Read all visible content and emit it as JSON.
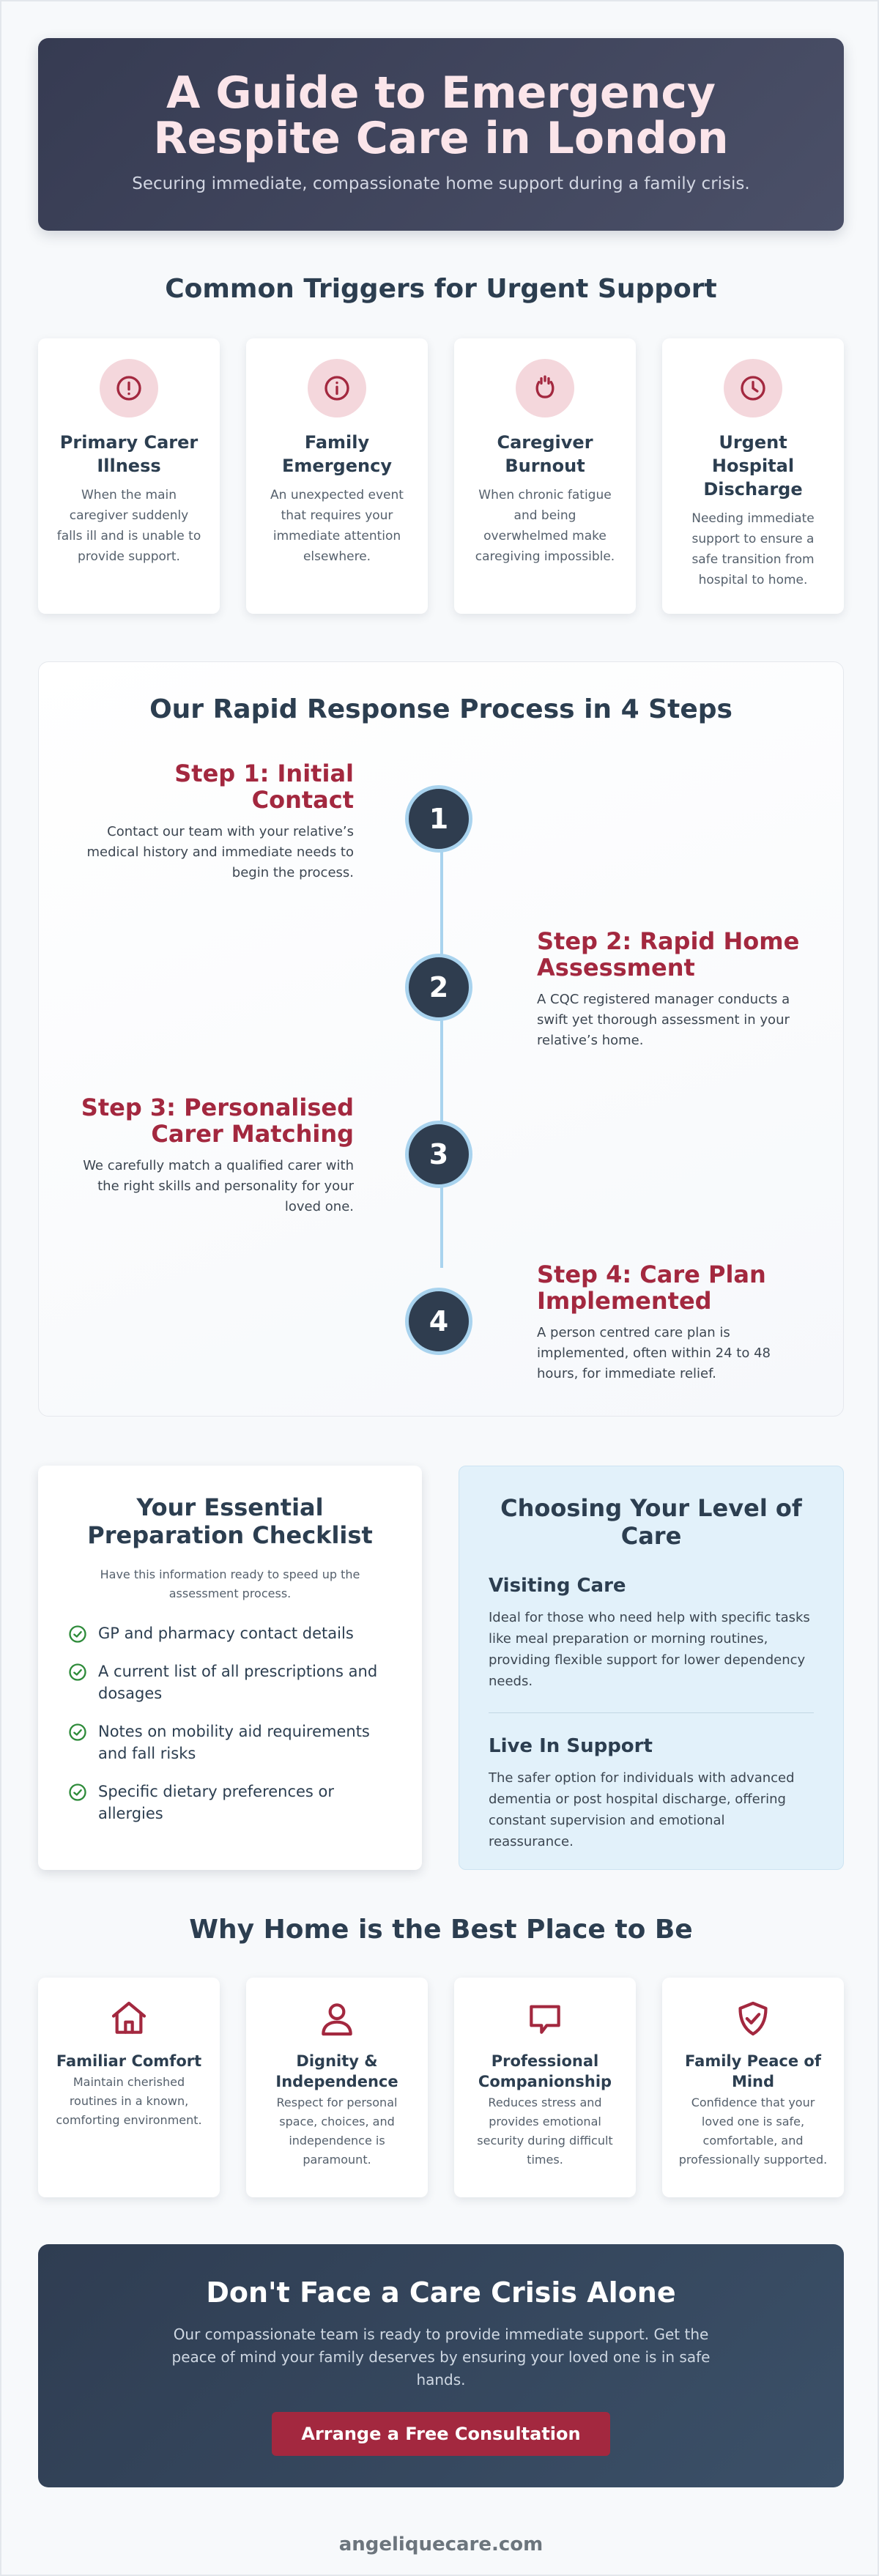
{
  "header": {
    "title": "A Guide to Emergency Respite Care in London",
    "subtitle": "Securing immediate, compassionate home support during a family crisis."
  },
  "triggers": {
    "title": "Common Triggers for Urgent Support",
    "items": [
      {
        "icon": "exclamation-circle-icon",
        "title": "Primary Carer Illness",
        "text": "When the main caregiver suddenly falls ill and is unable to provide support."
      },
      {
        "icon": "info-circle-icon",
        "title": "Family Emergency",
        "text": "An unexpected event that requires your immediate attention elsewhere."
      },
      {
        "icon": "flame-icon",
        "title": "Caregiver Burnout",
        "text": "When chronic fatigue and being overwhelmed make caregiving impossible."
      },
      {
        "icon": "clock-icon",
        "title": "Urgent Hospital Discharge",
        "text": "Needing immediate support to ensure a safe transition from hospital to home."
      }
    ]
  },
  "process": {
    "title": "Our Rapid Response Process in 4 Steps",
    "steps": [
      {
        "number": "1",
        "title": "Step 1: Initial Contact",
        "text": "Contact our team with your relative’s medical history and immediate needs to begin the process."
      },
      {
        "number": "2",
        "title": "Step 2: Rapid Home Assessment",
        "text": "A CQC registered manager conducts a swift yet thorough assessment in your relative’s home."
      },
      {
        "number": "3",
        "title": "Step 3: Personalised Carer Matching",
        "text": "We carefully match a qualified carer with the right skills and personality for your loved one."
      },
      {
        "number": "4",
        "title": "Step 4: Care Plan Implemented",
        "text": "A person centred care plan is implemented, often within 24 to 48 hours, for immediate relief."
      }
    ]
  },
  "checklist": {
    "title": "Your Essential Preparation Checklist",
    "subtitle": "Have this information ready to speed up the assessment process.",
    "items": [
      "GP and pharmacy contact details",
      "A current list of all prescriptions and dosages",
      "Notes on mobility aid requirements and fall risks",
      "Specific dietary preferences or allergies"
    ]
  },
  "levels": {
    "title": "Choosing Your Level of Care",
    "options": [
      {
        "title": "Visiting Care",
        "text": "Ideal for those who need help with specific tasks like meal preparation or morning routines, providing flexible support for lower dependency needs."
      },
      {
        "title": "Live In Support",
        "text": "The safer option for individuals with advanced dementia or post hospital discharge, offering constant supervision and emotional reassurance."
      }
    ]
  },
  "why_home": {
    "title": "Why Home is the Best Place to Be",
    "items": [
      {
        "icon": "house-icon",
        "title": "Familiar Comfort",
        "text": "Maintain cherished routines in a known, comforting environment."
      },
      {
        "icon": "person-icon",
        "title": "Dignity & Independence",
        "text": "Respect for personal space, choices, and independence is paramount."
      },
      {
        "icon": "chat-bubble-icon",
        "title": "Professional Companionship",
        "text": "Reduces stress and provides emotional security during difficult times."
      },
      {
        "icon": "shield-check-icon",
        "title": "Family Peace of Mind",
        "text": "Confidence that your loved one is safe, comfortable, and professionally supported."
      }
    ]
  },
  "cta": {
    "title": "Don't Face a Care Crisis Alone",
    "text": "Our compassionate team is ready to provide immediate support. Get the peace of mind your family deserves by ensuring your loved one is in safe hands.",
    "button_label": "Arrange a Free Consultation"
  },
  "footer": {
    "site": "angeliquecare.com"
  },
  "colors": {
    "accent": "#a3283f",
    "navy": "#2f3d4f",
    "icon_bg": "#f4d7dc",
    "timeline": "#a9d3ee",
    "check_green": "#2e8b3a"
  }
}
